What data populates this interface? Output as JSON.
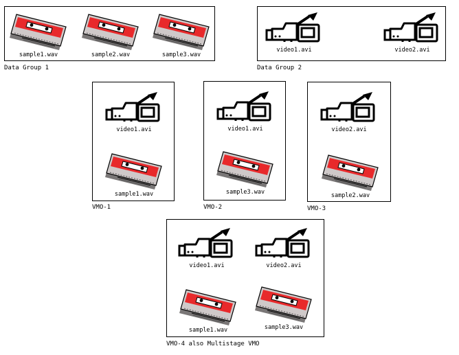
{
  "groups": {
    "dg1": {
      "caption": "Data Group 1",
      "items": [
        {
          "icon": "cassette-tape-icon",
          "label": "sample1.wav"
        },
        {
          "icon": "cassette-tape-icon",
          "label": "sample2.wav"
        },
        {
          "icon": "cassette-tape-icon",
          "label": "sample3.wav"
        }
      ]
    },
    "dg2": {
      "caption": "Data Group 2",
      "items": [
        {
          "icon": "video-camera-icon",
          "label": "video1.avi"
        },
        {
          "icon": "video-camera-icon",
          "label": "video2.avi"
        }
      ]
    },
    "vmo1": {
      "caption": "VMO-1",
      "items": [
        {
          "icon": "video-camera-icon",
          "label": "video1.avi"
        },
        {
          "icon": "cassette-tape-icon",
          "label": "sample1.wav"
        }
      ]
    },
    "vmo2": {
      "caption": "VMO-2",
      "items": [
        {
          "icon": "video-camera-icon",
          "label": "video1.avi"
        },
        {
          "icon": "cassette-tape-icon",
          "label": "sample3.wav"
        }
      ]
    },
    "vmo3": {
      "caption": "VMO-3",
      "items": [
        {
          "icon": "video-camera-icon",
          "label": "video2.avi"
        },
        {
          "icon": "cassette-tape-icon",
          "label": "sample2.wav"
        }
      ]
    },
    "vmo4": {
      "caption": "VMO-4 also Multistage VMO",
      "items": [
        {
          "icon": "video-camera-icon",
          "label": "video1.avi"
        },
        {
          "icon": "video-camera-icon",
          "label": "video2.avi"
        },
        {
          "icon": "cassette-tape-icon",
          "label": "sample1.wav"
        },
        {
          "icon": "cassette-tape-icon",
          "label": "sample3.wav"
        }
      ]
    }
  },
  "colors": {
    "tape_red": "#e8292b",
    "tape_body": "#c8c2c2",
    "outline": "#000000"
  }
}
